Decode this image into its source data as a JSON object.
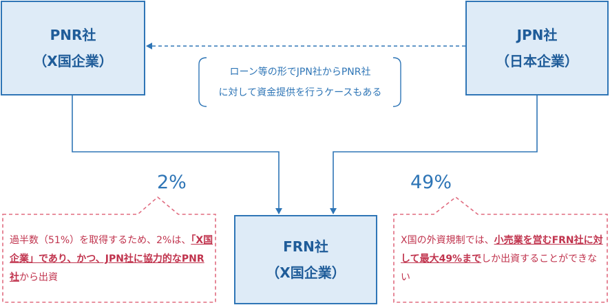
{
  "companies": {
    "pnr": {
      "name": "PNR社",
      "country": "（X国企業）"
    },
    "jpn": {
      "name": "JPN社",
      "country": "（日本企業）"
    },
    "frn": {
      "name": "FRN社",
      "country": "（X国企業）"
    }
  },
  "loan_note": {
    "line1": "ローン等の形でJPN社からPNR社",
    "line2": "に対して資金提供を行うケースもある"
  },
  "stakes": {
    "pnr_to_frn": "2%",
    "jpn_to_frn": "49%"
  },
  "callout_left": {
    "p1": "過半数（51%）を取得するため、2%は、",
    "u1": "「X国企業」であり、かつ、JPN社に協力的なPNR社",
    "p2": "から出資"
  },
  "callout_right": {
    "p1": "X国の外資規制では、",
    "u1": "小売業を営むFRN社に対して最大49%まで",
    "p2": "しか出資することができない"
  },
  "colors": {
    "box_fill": "#deebf7",
    "box_border": "#2e75b6",
    "text_blue": "#2e75b6",
    "callout_red": "#c0334d"
  }
}
